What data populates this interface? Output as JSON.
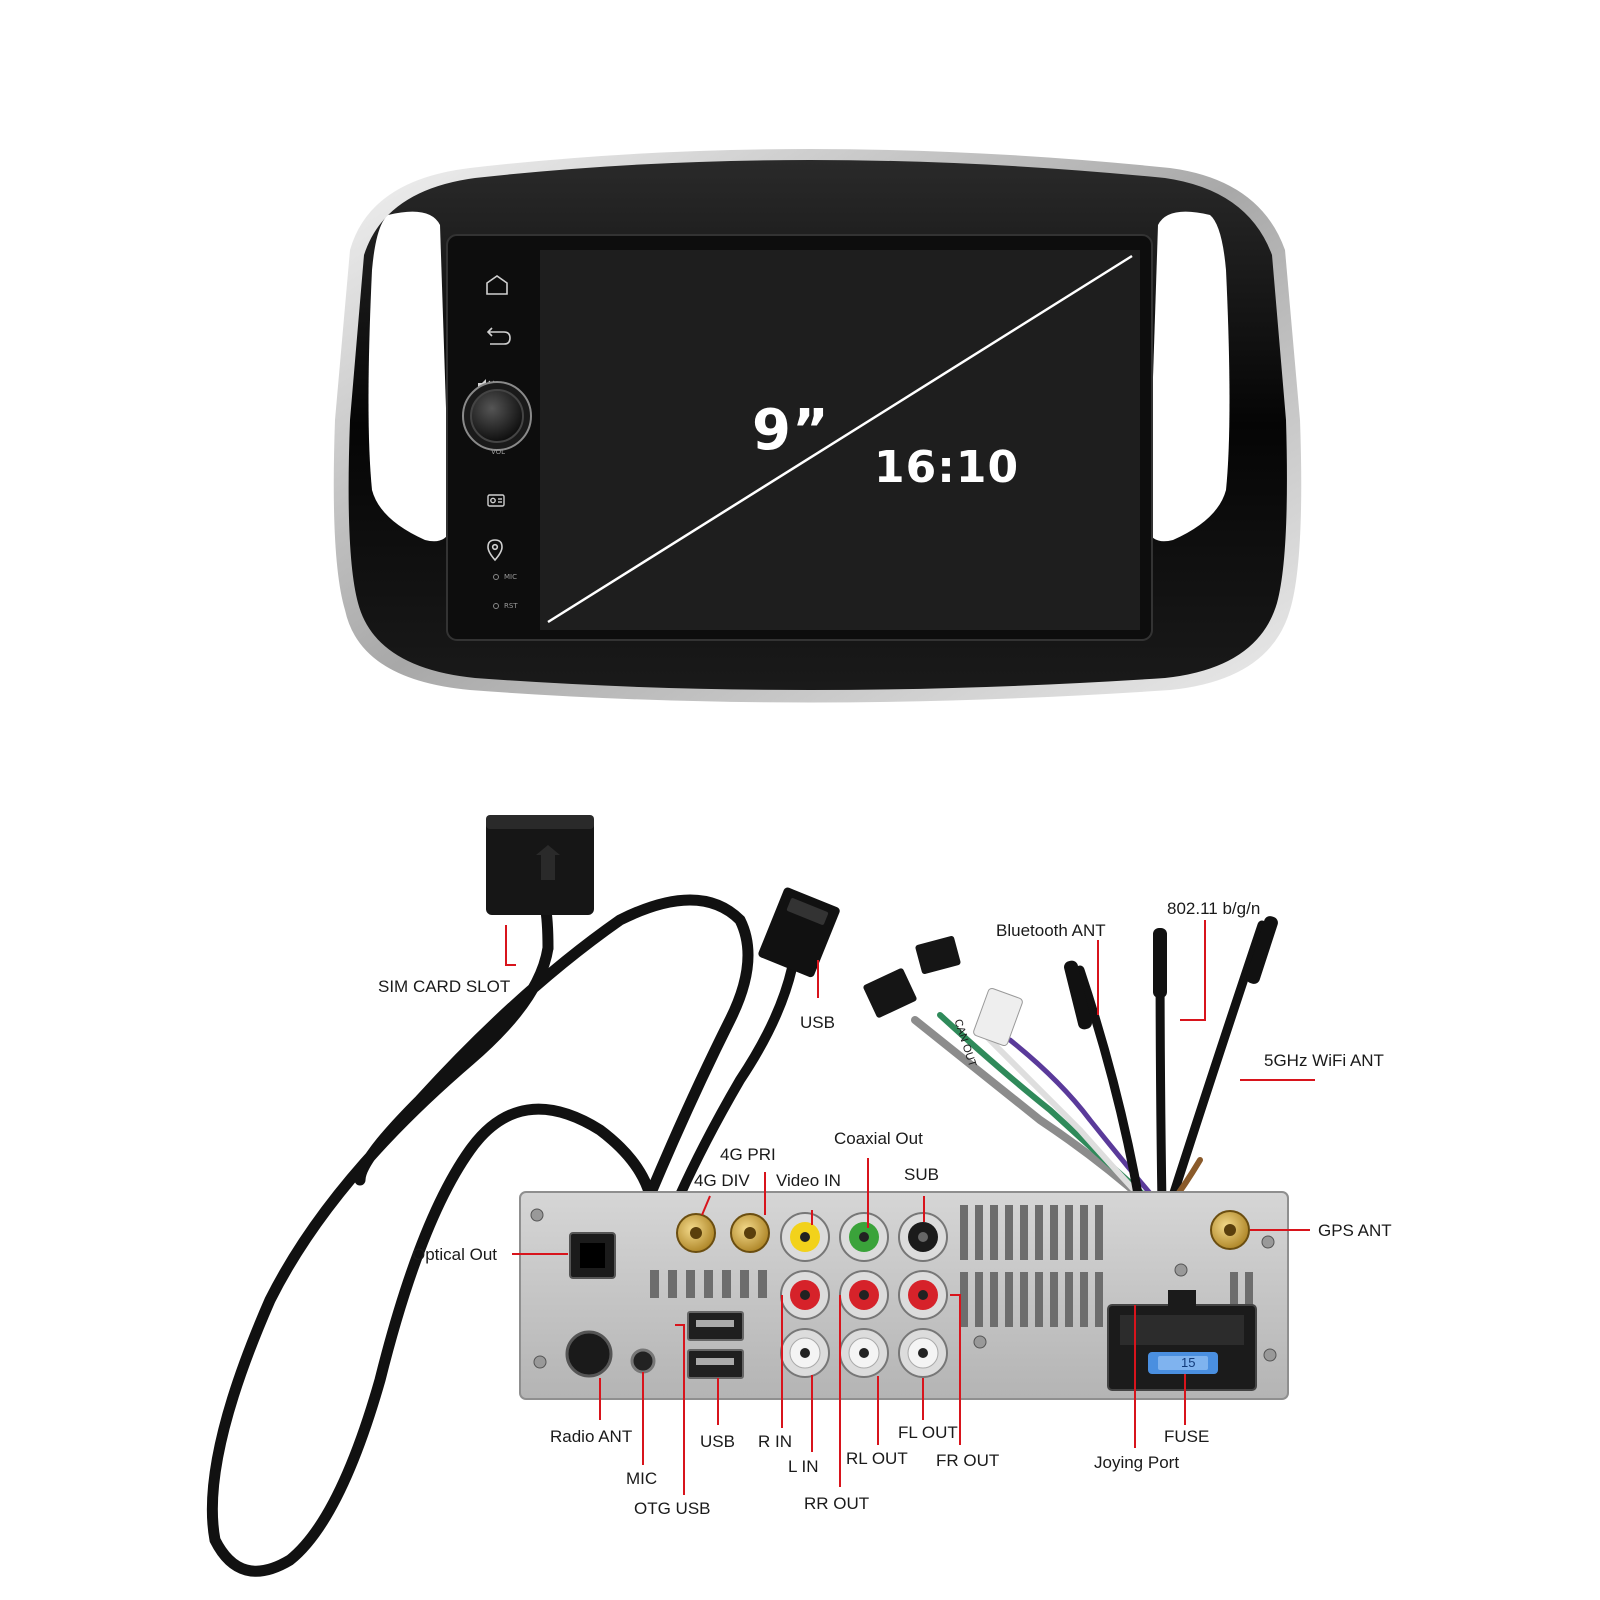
{
  "screen": {
    "size_label": "9”",
    "ratio_label": "16:10",
    "vol_label": "VOL",
    "mic_label": "MIC",
    "rst_label": "RST"
  },
  "colors": {
    "bezel": "#0b0b0b",
    "trim": "#d9d9d9",
    "screen": "#1e1e1e",
    "unit_body": "#c9c9c9",
    "rca_yellow": "#f2d21b",
    "rca_green": "#3aa33a",
    "rca_red": "#d6222a",
    "rca_white": "#f4f4f4",
    "fuse_blue": "#4a8fe0",
    "gold": "#c9a13c"
  },
  "icons": [
    "home-icon",
    "back-icon",
    "mute-icon",
    "radio-icon",
    "location-icon"
  ],
  "callouts": [
    {
      "id": "sim",
      "text": "SIM CARD SLOT"
    },
    {
      "id": "usb-top",
      "text": "USB"
    },
    {
      "id": "bt",
      "text": "Bluetooth ANT"
    },
    {
      "id": "wifi",
      "text": "802.11 b/g/n"
    },
    {
      "id": "wifi5",
      "text": "5GHz WiFi ANT"
    },
    {
      "id": "coax",
      "text": "Coaxial Out"
    },
    {
      "id": "pri",
      "text": "4G PRI"
    },
    {
      "id": "div",
      "text": "4G DIV"
    },
    {
      "id": "vin",
      "text": "Video IN"
    },
    {
      "id": "sub",
      "text": "SUB"
    },
    {
      "id": "gps",
      "text": "GPS ANT"
    },
    {
      "id": "opt",
      "text": "Optical Out"
    },
    {
      "id": "radio",
      "text": "Radio ANT"
    },
    {
      "id": "usb-bot",
      "text": "USB"
    },
    {
      "id": "mic",
      "text": "MIC"
    },
    {
      "id": "otg",
      "text": "OTG USB"
    },
    {
      "id": "rin",
      "text": "R IN"
    },
    {
      "id": "lin",
      "text": "L IN"
    },
    {
      "id": "rlout",
      "text": "RL OUT"
    },
    {
      "id": "rrout",
      "text": "RR OUT"
    },
    {
      "id": "flout",
      "text": "FL OUT"
    },
    {
      "id": "frout",
      "text": "FR OUT"
    },
    {
      "id": "joying",
      "text": "Joying Port"
    },
    {
      "id": "fuse",
      "text": "FUSE"
    }
  ],
  "unit_marks": {
    "can_out_tag": "CAN OUT",
    "fuse_value": "15"
  }
}
